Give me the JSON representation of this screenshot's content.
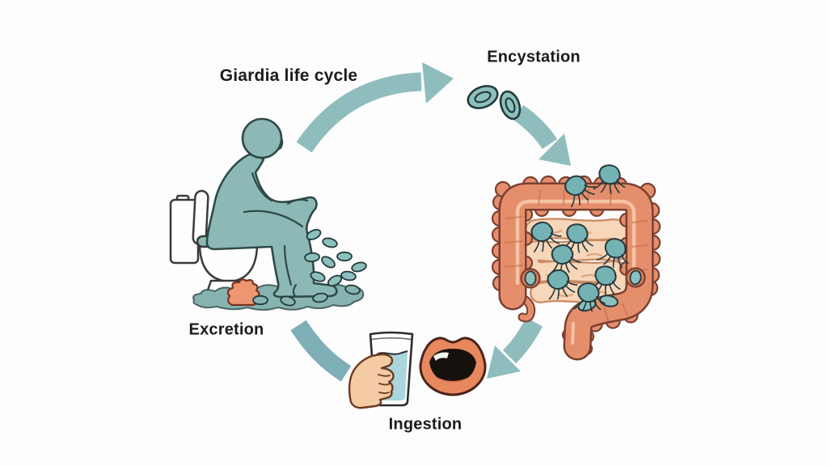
{
  "diagram": {
    "title": "Giardia life cycle",
    "stages": [
      {
        "name": "encystation",
        "label": "Encystation"
      },
      {
        "name": "excretion",
        "label": "Excretion"
      },
      {
        "name": "ingestion",
        "label": "Ingestion"
      }
    ],
    "icons": [
      "person-on-toilet-icon",
      "toilet-icon",
      "poop-icon",
      "puddle-shape",
      "cyst-icon",
      "trophozoite-icon",
      "intestine-icon",
      "water-glass-icon",
      "hand-icon",
      "mouth-icon",
      "cycle-arrow-icon"
    ],
    "colors": {
      "background": "#FDFDFD",
      "ink": "#1B1B1B",
      "arrow_teal": "#8FBDBD",
      "arrow_teal_dark": "#7FAFB6",
      "figure_teal": "#8CB8B5",
      "figure_outline": "#2E4A48",
      "cyst_teal": "#8CC0BE",
      "cyst_outline": "#24393B",
      "trophozoite_teal": "#74B2B4",
      "colon_fill": "#E58E6C",
      "colon_outline": "#7A4030",
      "colon_crease": "#C06A48",
      "colon_highlight": "#F4C3A4",
      "si_fill": "#F7D6BA",
      "si_outline": "#C98A63",
      "si_crease": "#E0A87F",
      "skin": "#F5CBA6",
      "skin_outline": "#6B3A20",
      "lips": "#E8885F",
      "lips_outline": "#4A241A",
      "mouth_interior": "#17110E",
      "tongue": "#D9734C",
      "water": "#A9D6DD",
      "glass_outline": "#2C2C2C",
      "poop": "#EE9571",
      "poop_outline": "#79321D",
      "puddle": "#87B3B0",
      "toilet_white": "#FEFEFE",
      "toilet_outline": "#3A3A3A",
      "wall_ring": "#D97E59"
    }
  }
}
